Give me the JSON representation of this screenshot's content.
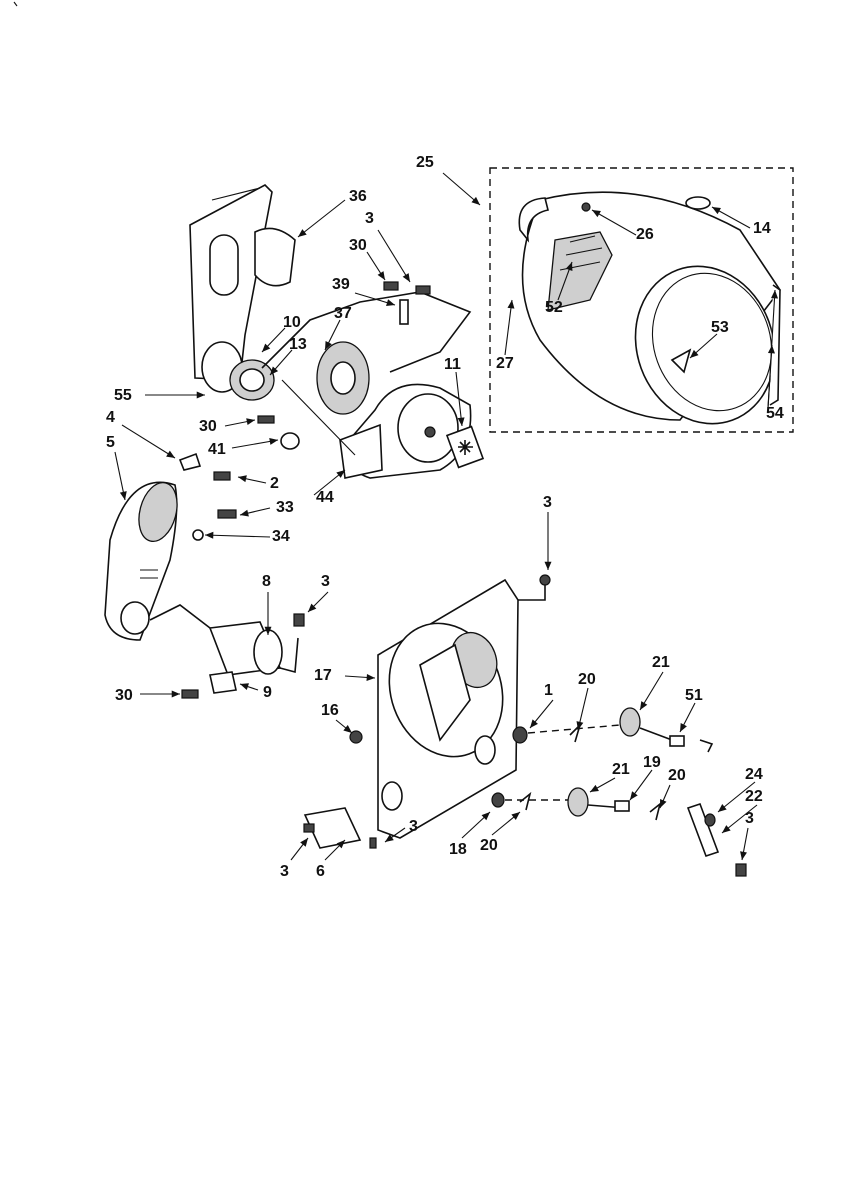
{
  "labels": [
    "25",
    "36",
    "3",
    "30",
    "14",
    "26",
    "39",
    "52",
    "10",
    "37",
    "13",
    "53",
    "11",
    "27",
    "55",
    "30",
    "4",
    "54",
    "41",
    "5",
    "2",
    "44",
    "33",
    "34",
    "3",
    "8",
    "3",
    "17",
    "21",
    "1",
    "20",
    "51",
    "30",
    "9",
    "16",
    "21",
    "19",
    "24",
    "20",
    "22",
    "18",
    "20",
    "3",
    "3",
    "6",
    "3"
  ]
}
